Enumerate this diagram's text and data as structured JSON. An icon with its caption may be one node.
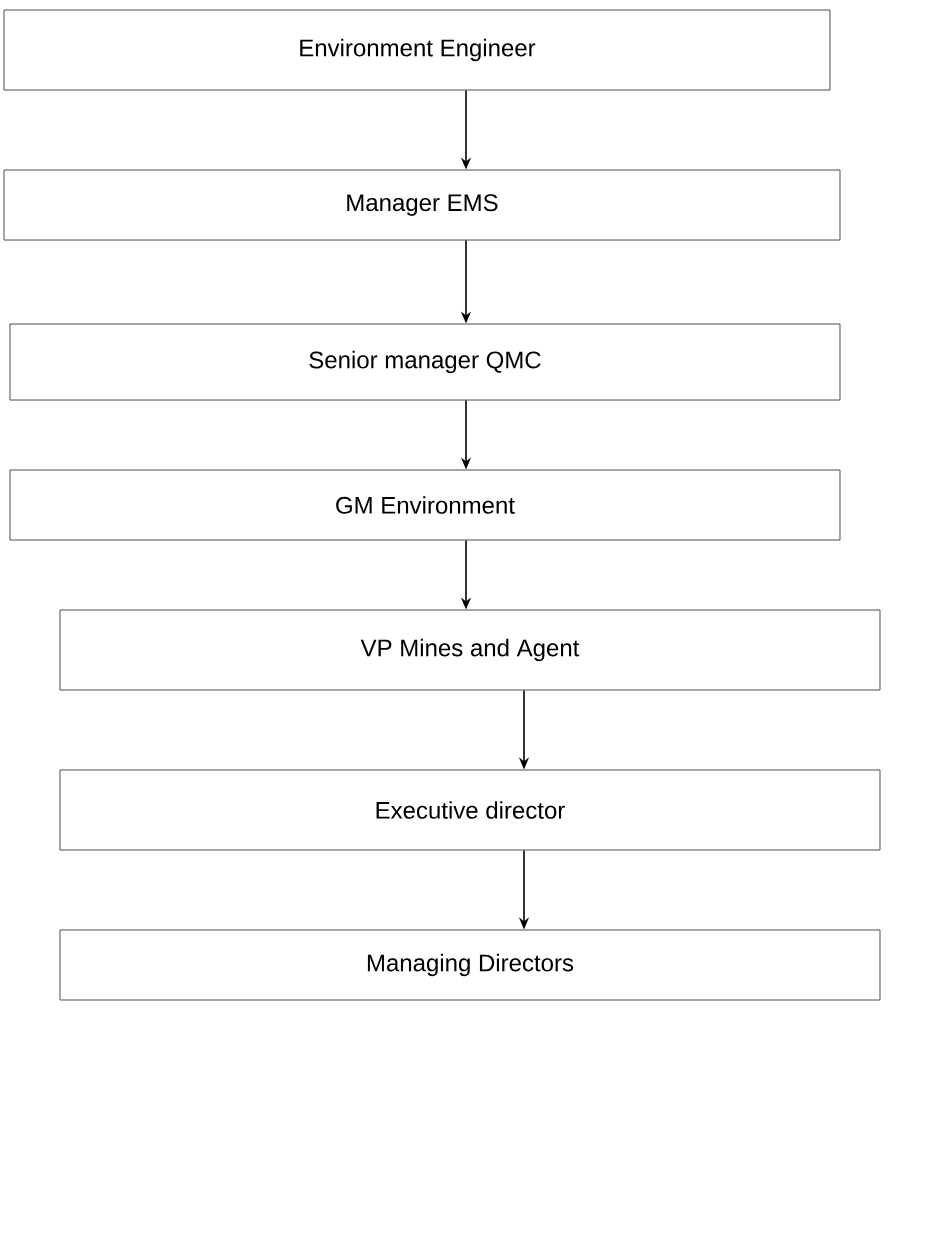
{
  "diagram": {
    "nodes": [
      {
        "text": [
          "Environment Engineer"
        ]
      },
      {
        "text": [
          "Manager EMS"
        ]
      },
      {
        "text": [
          "Senior manager QMC"
        ]
      },
      {
        "text": [
          "GM Environment"
        ]
      },
      {
        "text": [
          "VP Mines and Agent"
        ]
      },
      {
        "text": [
          "Executive director"
        ]
      },
      {
        "text": [
          "Managing Directors"
        ]
      }
    ],
    "edges": [
      {
        "from": 0,
        "to": 1,
        "arrow": "to"
      },
      {
        "from": 1,
        "to": 2,
        "arrow": "to"
      },
      {
        "from": 2,
        "to": 3,
        "arrow": "to"
      },
      {
        "from": 3,
        "to": 4,
        "arrow": "to"
      },
      {
        "from": 4,
        "to": 5,
        "arrow": "to"
      },
      {
        "from": 5,
        "to": 6,
        "arrow": "to"
      }
    ]
  }
}
